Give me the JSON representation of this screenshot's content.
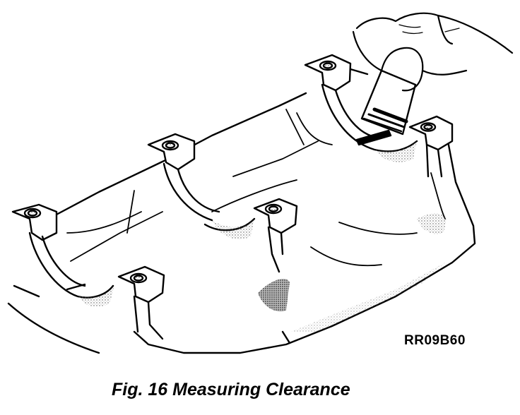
{
  "figure": {
    "ref_code": "RR09B60",
    "caption": "Fig. 16 Measuring Clearance",
    "parts": [
      "bearing-cap-1",
      "bearing-cap-2",
      "bearing-cap-3",
      "bearing-cap-4",
      "bearing-cap-5",
      "plastigage-strip",
      "measuring-scale",
      "hand"
    ]
  }
}
